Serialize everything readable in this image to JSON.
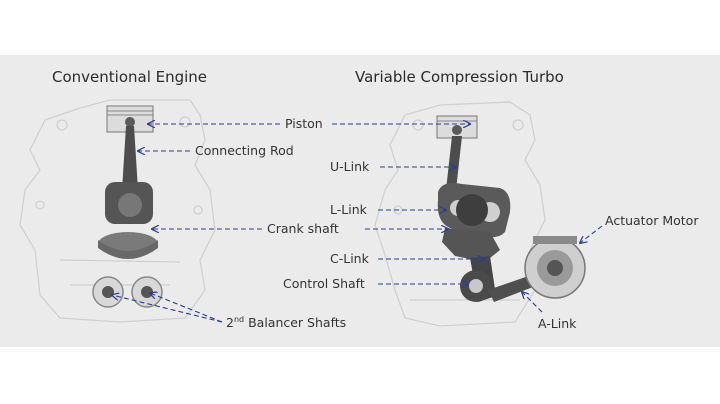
{
  "headings": {
    "conventional": "Conventional Engine",
    "vct": "Variable Compression Turbo"
  },
  "labels": {
    "piston": "Piston",
    "connecting_rod": "Connecting Rod",
    "u_link": "U-Link",
    "l_link": "L-Link",
    "crank_shaft": "Crank shaft",
    "c_link": "C-Link",
    "control_shaft": "Control Shaft",
    "balancer_prefix": "2",
    "balancer_sup": "nd",
    "balancer_suffix": " Balancer Shafts",
    "actuator_motor": "Actuator Motor",
    "a_link": "A-Link"
  },
  "colors": {
    "background": "#ebebeb",
    "arrow": "#2c3e8c",
    "part_dark": "#4a4a4a",
    "outline": "#cfcfcf"
  }
}
